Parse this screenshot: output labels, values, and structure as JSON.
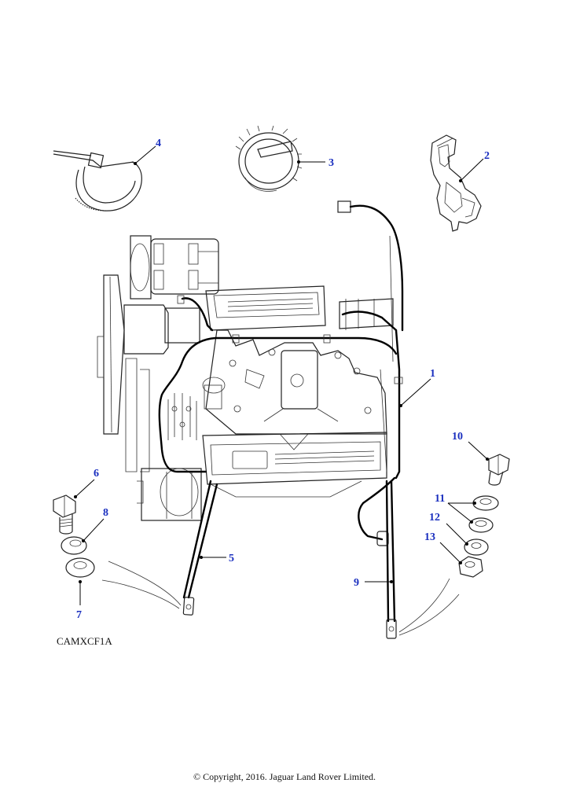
{
  "figure": {
    "reference_code": "CAMXCF1A",
    "copyright": "© Copyright, 2016. Jaguar Land Rover Limited."
  },
  "callouts": [
    {
      "id": "1",
      "label": "1"
    },
    {
      "id": "2",
      "label": "2"
    },
    {
      "id": "3",
      "label": "3"
    },
    {
      "id": "4",
      "label": "4"
    },
    {
      "id": "5",
      "label": "5"
    },
    {
      "id": "6",
      "label": "6"
    },
    {
      "id": "7",
      "label": "7"
    },
    {
      "id": "8",
      "label": "8"
    },
    {
      "id": "9",
      "label": "9"
    },
    {
      "id": "10",
      "label": "10"
    },
    {
      "id": "11",
      "label": "11"
    },
    {
      "id": "12",
      "label": "12"
    },
    {
      "id": "13",
      "label": "13"
    }
  ],
  "colors": {
    "callout_text": "#1a2fbf",
    "line_art": "#222222",
    "background": "#ffffff"
  }
}
